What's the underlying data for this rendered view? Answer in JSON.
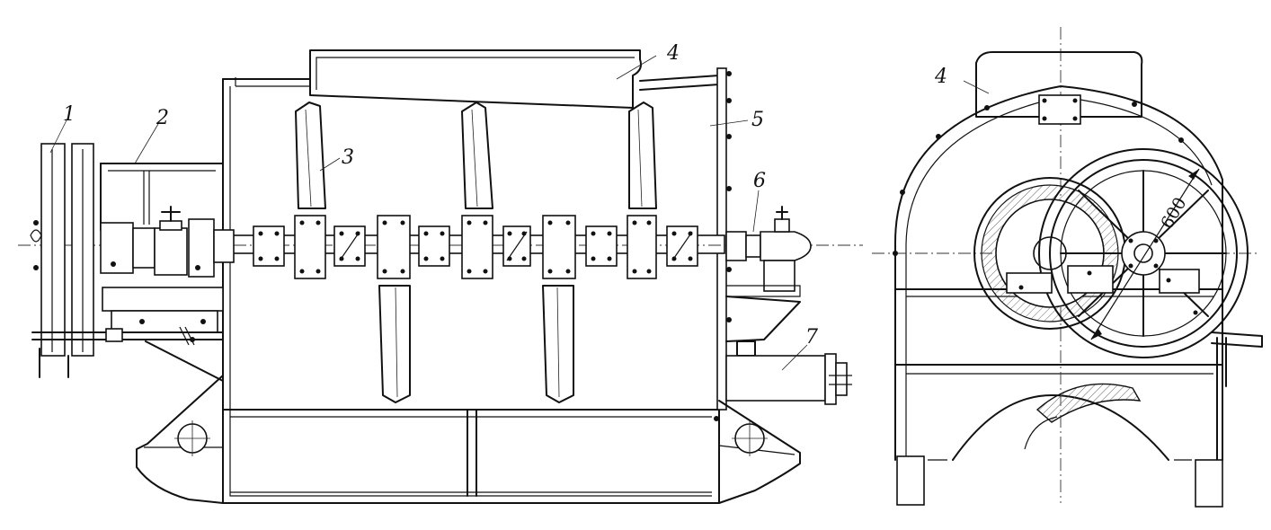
{
  "labels": {
    "pulley": "1",
    "gear_housing": "2",
    "blade": "3",
    "hopper": "4",
    "drum_end": "5",
    "bearing": "6",
    "outlet": "7",
    "hopper_side_view": "4"
  },
  "dimension": {
    "flywheel_diameter": "600"
  }
}
